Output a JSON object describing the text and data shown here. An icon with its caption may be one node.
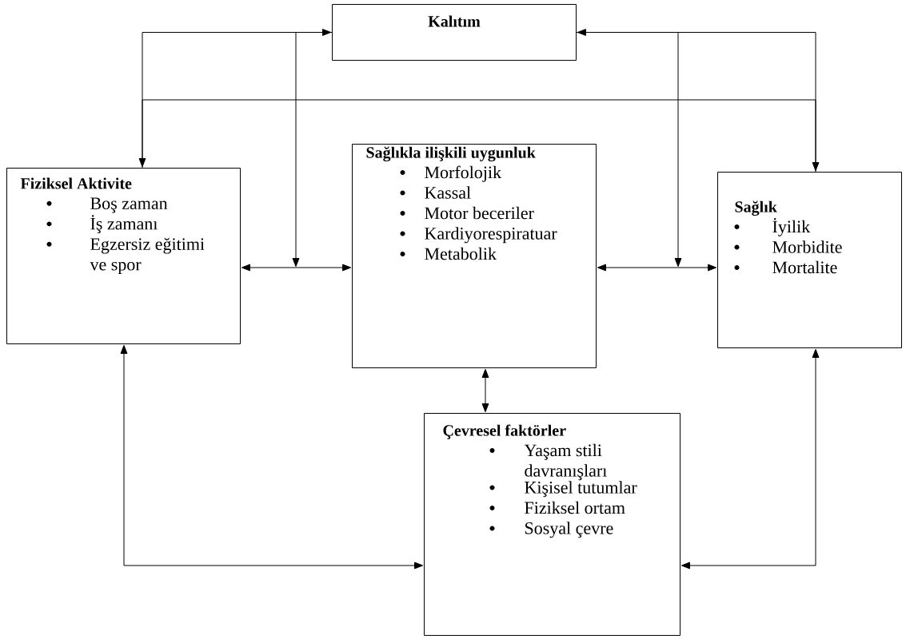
{
  "diagram": {
    "nodes": [
      {
        "text": [
          "Kalıtım"
        ]
      },
      {
        "text": [
          "Fiziksel Aktivite",
          "Boş zaman",
          "İş zamanı",
          "Egzersiz eğitimi ve spor"
        ]
      },
      {
        "text": [
          "Sağlıkla ilişkili uygunluk",
          "Morfolojik",
          "Kassal",
          "Motor beceriler",
          "Kardiyorespiratuar",
          "Metabolik"
        ]
      },
      {
        "text": [
          "Sağlık",
          "İyilik",
          "Morbidite",
          "Mortalite"
        ]
      },
      {
        "text": [
          "Çevresel faktörler",
          "Yaşam stili davranışları",
          "Kişisel tutumlar",
          "Fiziksel ortam",
          "Sosyal çevre"
        ]
      }
    ],
    "edges": [
      {
        "from": 0,
        "to": 1,
        "arrow": "both"
      },
      {
        "from": 0,
        "to": 3,
        "arrow": "both"
      },
      {
        "from": 1,
        "to": 3,
        "arrow": "none"
      },
      {
        "from": 0,
        "to": null,
        "arrow": "to"
      },
      {
        "from": 0,
        "to": null,
        "arrow": "to"
      },
      {
        "from": 1,
        "to": 2,
        "arrow": "both"
      },
      {
        "from": 2,
        "to": 3,
        "arrow": "both"
      },
      {
        "from": 2,
        "to": 4,
        "arrow": "both"
      },
      {
        "from": 1,
        "to": 4,
        "arrow": "both"
      },
      {
        "from": 3,
        "to": 4,
        "arrow": "both"
      }
    ]
  }
}
